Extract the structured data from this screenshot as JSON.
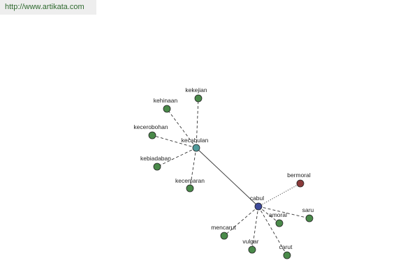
{
  "watermark": "http://www.artikata.com",
  "colors": {
    "hub_kecabulan": "#4f9a9a",
    "hub_cabul": "#3e4a9a",
    "synonym": "#4a8a4a",
    "antonym": "#8a3a3a",
    "edge": "#333333"
  },
  "nodes": [
    {
      "id": "kecabulan",
      "label": "kecabulan",
      "kind": "hub_kecabulan"
    },
    {
      "id": "cabul",
      "label": "cabul",
      "kind": "hub_cabul"
    },
    {
      "id": "kekejian",
      "label": "kekejian",
      "kind": "synonym"
    },
    {
      "id": "kehinaan",
      "label": "kehinaan",
      "kind": "synonym"
    },
    {
      "id": "kecerobohan",
      "label": "kecerobohan",
      "kind": "synonym"
    },
    {
      "id": "kebiadaban",
      "label": "kebiadaban",
      "kind": "synonym"
    },
    {
      "id": "kecemaran",
      "label": "kecemaran",
      "kind": "synonym"
    },
    {
      "id": "bermoral",
      "label": "bermoral",
      "kind": "antonym"
    },
    {
      "id": "saru",
      "label": "saru",
      "kind": "synonym"
    },
    {
      "id": "amoral",
      "label": "amoral",
      "kind": "synonym"
    },
    {
      "id": "mencarut",
      "label": "mencarut",
      "kind": "synonym"
    },
    {
      "id": "vulgar",
      "label": "vulgar",
      "kind": "synonym"
    },
    {
      "id": "carut",
      "label": "carut",
      "kind": "synonym"
    }
  ],
  "edges": [
    {
      "from": "kecabulan",
      "to": "cabul",
      "style": "solid"
    },
    {
      "from": "kecabulan",
      "to": "kekejian",
      "style": "dashed"
    },
    {
      "from": "kecabulan",
      "to": "kehinaan",
      "style": "dashed"
    },
    {
      "from": "kecabulan",
      "to": "kecerobohan",
      "style": "dashed"
    },
    {
      "from": "kecabulan",
      "to": "kebiadaban",
      "style": "dashed"
    },
    {
      "from": "kecabulan",
      "to": "kecemaran",
      "style": "dashed"
    },
    {
      "from": "cabul",
      "to": "bermoral",
      "style": "dotted"
    },
    {
      "from": "cabul",
      "to": "saru",
      "style": "dashed"
    },
    {
      "from": "cabul",
      "to": "amoral",
      "style": "dashed"
    },
    {
      "from": "cabul",
      "to": "mencarut",
      "style": "dashed"
    },
    {
      "from": "cabul",
      "to": "vulgar",
      "style": "dashed"
    },
    {
      "from": "cabul",
      "to": "carut",
      "style": "dashed"
    }
  ]
}
